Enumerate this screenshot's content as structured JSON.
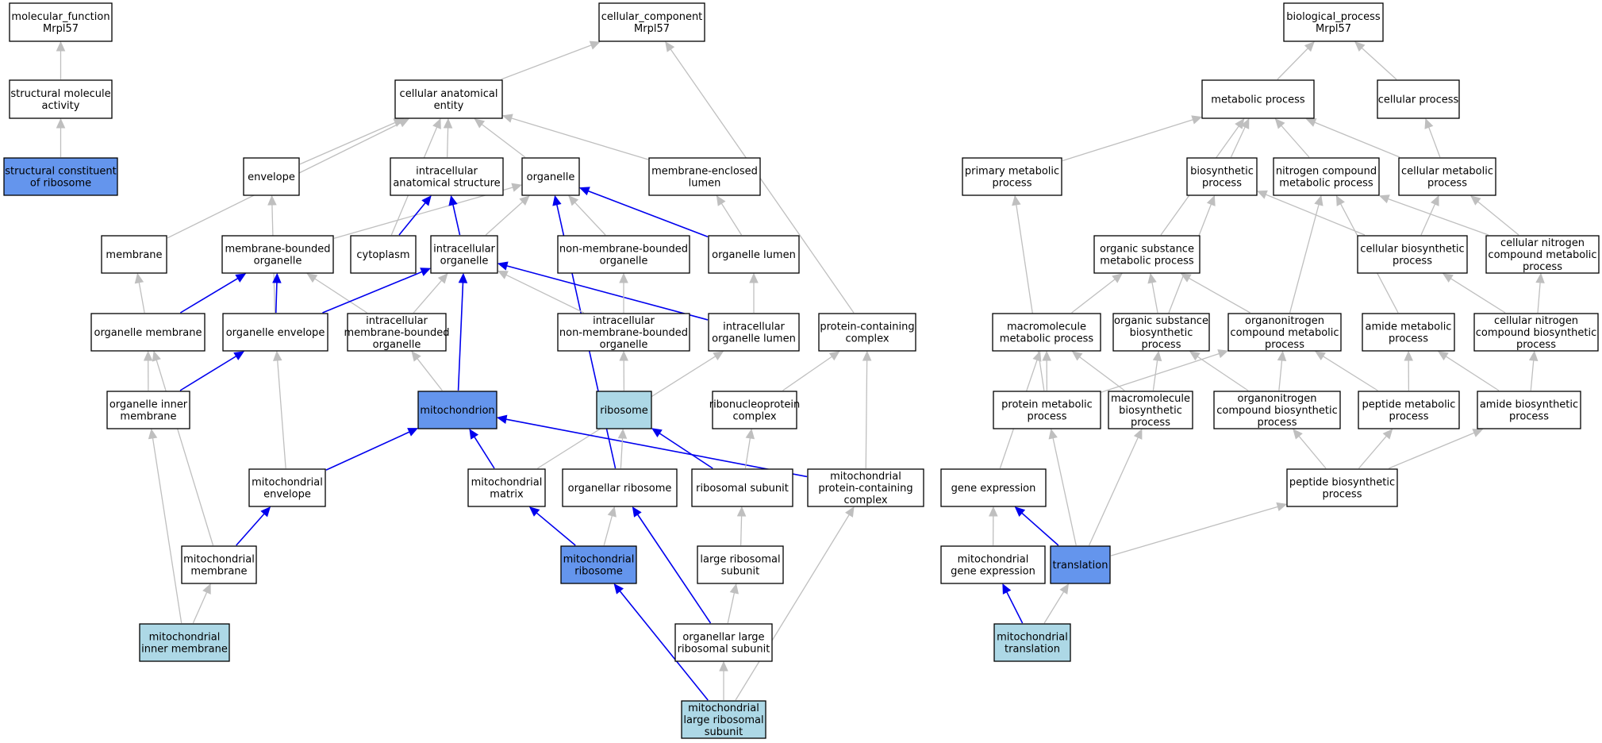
{
  "colors": {
    "default": "#ffffff",
    "highlight": "#6495ed",
    "leaf": "#add8e6",
    "edge_gray": "#bfbfbf",
    "edge_blue": "#0000ee"
  },
  "nodes": [
    {
      "id": "mf",
      "lines": [
        "molecular_function",
        "Mrpl57"
      ],
      "style": "default"
    },
    {
      "id": "sma",
      "lines": [
        "structural molecule",
        "activity"
      ],
      "style": "default"
    },
    {
      "id": "scr",
      "lines": [
        "structural constituent",
        "of ribosome"
      ],
      "style": "highlight"
    },
    {
      "id": "cc",
      "lines": [
        "cellular_component",
        "Mrpl57"
      ],
      "style": "default"
    },
    {
      "id": "cae",
      "lines": [
        "cellular anatomical",
        "entity"
      ],
      "style": "default"
    },
    {
      "id": "envelope",
      "lines": [
        "envelope"
      ],
      "style": "default"
    },
    {
      "id": "ias",
      "lines": [
        "intracellular",
        "anatomical structure"
      ],
      "style": "default"
    },
    {
      "id": "organelle",
      "lines": [
        "organelle"
      ],
      "style": "default"
    },
    {
      "id": "mel",
      "lines": [
        "membrane-enclosed",
        "lumen"
      ],
      "style": "default"
    },
    {
      "id": "membrane",
      "lines": [
        "membrane"
      ],
      "style": "default"
    },
    {
      "id": "mbo",
      "lines": [
        "membrane-bounded",
        "organelle"
      ],
      "style": "default"
    },
    {
      "id": "cytoplasm",
      "lines": [
        "cytoplasm"
      ],
      "style": "default"
    },
    {
      "id": "io",
      "lines": [
        "intracellular",
        "organelle"
      ],
      "style": "default"
    },
    {
      "id": "nmbo",
      "lines": [
        "non-membrane-bounded",
        "organelle"
      ],
      "style": "default"
    },
    {
      "id": "ol",
      "lines": [
        "organelle lumen"
      ],
      "style": "default"
    },
    {
      "id": "om",
      "lines": [
        "organelle membrane"
      ],
      "style": "default"
    },
    {
      "id": "oe",
      "lines": [
        "organelle envelope"
      ],
      "style": "default"
    },
    {
      "id": "imbo",
      "lines": [
        "intracellular",
        "membrane-bounded",
        "organelle"
      ],
      "style": "default"
    },
    {
      "id": "inmbo",
      "lines": [
        "intracellular",
        "non-membrane-bounded",
        "organelle"
      ],
      "style": "default"
    },
    {
      "id": "iol",
      "lines": [
        "intracellular",
        "organelle lumen"
      ],
      "style": "default"
    },
    {
      "id": "pcc",
      "lines": [
        "protein-containing",
        "complex"
      ],
      "style": "default"
    },
    {
      "id": "oim",
      "lines": [
        "organelle inner",
        "membrane"
      ],
      "style": "default"
    },
    {
      "id": "mito",
      "lines": [
        "mitochondrion"
      ],
      "style": "highlight"
    },
    {
      "id": "ribosome",
      "lines": [
        "ribosome"
      ],
      "style": "leaf"
    },
    {
      "id": "rnpc",
      "lines": [
        "ribonucleoprotein",
        "complex"
      ],
      "style": "default"
    },
    {
      "id": "menv",
      "lines": [
        "mitochondrial",
        "envelope"
      ],
      "style": "default"
    },
    {
      "id": "mmat",
      "lines": [
        "mitochondrial",
        "matrix"
      ],
      "style": "default"
    },
    {
      "id": "orib",
      "lines": [
        "organellar ribosome"
      ],
      "style": "default"
    },
    {
      "id": "rsub",
      "lines": [
        "ribosomal subunit"
      ],
      "style": "default"
    },
    {
      "id": "mpcc",
      "lines": [
        "mitochondrial",
        "protein-containing",
        "complex"
      ],
      "style": "default"
    },
    {
      "id": "mmem",
      "lines": [
        "mitochondrial",
        "membrane"
      ],
      "style": "default"
    },
    {
      "id": "mrib",
      "lines": [
        "mitochondrial",
        "ribosome"
      ],
      "style": "highlight"
    },
    {
      "id": "lrs",
      "lines": [
        "large ribosomal",
        "subunit"
      ],
      "style": "default"
    },
    {
      "id": "mim",
      "lines": [
        "mitochondrial",
        "inner membrane"
      ],
      "style": "leaf"
    },
    {
      "id": "olrs",
      "lines": [
        "organellar large",
        "ribosomal subunit"
      ],
      "style": "default"
    },
    {
      "id": "mlrs",
      "lines": [
        "mitochondrial",
        "large ribosomal",
        "subunit"
      ],
      "style": "leaf"
    },
    {
      "id": "bp",
      "lines": [
        "biological_process",
        "Mrpl57"
      ],
      "style": "default"
    },
    {
      "id": "metp",
      "lines": [
        "metabolic process"
      ],
      "style": "default"
    },
    {
      "id": "cellp",
      "lines": [
        "cellular process"
      ],
      "style": "default"
    },
    {
      "id": "pmp",
      "lines": [
        "primary metabolic",
        "process"
      ],
      "style": "default"
    },
    {
      "id": "bsp",
      "lines": [
        "biosynthetic",
        "process"
      ],
      "style": "default"
    },
    {
      "id": "ncmp",
      "lines": [
        "nitrogen compound",
        "metabolic process"
      ],
      "style": "default"
    },
    {
      "id": "cmp",
      "lines": [
        "cellular metabolic",
        "process"
      ],
      "style": "default"
    },
    {
      "id": "osmp",
      "lines": [
        "organic substance",
        "metabolic process"
      ],
      "style": "default"
    },
    {
      "id": "cbp",
      "lines": [
        "cellular biosynthetic",
        "process"
      ],
      "style": "default"
    },
    {
      "id": "cncmp",
      "lines": [
        "cellular nitrogen",
        "compound metabolic",
        "process"
      ],
      "style": "default"
    },
    {
      "id": "mmp",
      "lines": [
        "macromolecule",
        "metabolic process"
      ],
      "style": "default"
    },
    {
      "id": "osbp",
      "lines": [
        "organic substance",
        "biosynthetic",
        "process"
      ],
      "style": "default"
    },
    {
      "id": "oncmp",
      "lines": [
        "organonitrogen",
        "compound metabolic",
        "process"
      ],
      "style": "default"
    },
    {
      "id": "amp",
      "lines": [
        "amide metabolic",
        "process"
      ],
      "style": "default"
    },
    {
      "id": "cncbp",
      "lines": [
        "cellular nitrogen",
        "compound biosynthetic",
        "process"
      ],
      "style": "default"
    },
    {
      "id": "prmp",
      "lines": [
        "protein metabolic",
        "process"
      ],
      "style": "default"
    },
    {
      "id": "mbp",
      "lines": [
        "macromolecule",
        "biosynthetic",
        "process"
      ],
      "style": "default"
    },
    {
      "id": "oncbp",
      "lines": [
        "organonitrogen",
        "compound biosynthetic",
        "process"
      ],
      "style": "default"
    },
    {
      "id": "pepmp",
      "lines": [
        "peptide metabolic",
        "process"
      ],
      "style": "default"
    },
    {
      "id": "abp",
      "lines": [
        "amide biosynthetic",
        "process"
      ],
      "style": "default"
    },
    {
      "id": "ge",
      "lines": [
        "gene expression"
      ],
      "style": "default"
    },
    {
      "id": "pbp",
      "lines": [
        "peptide biosynthetic",
        "process"
      ],
      "style": "default"
    },
    {
      "id": "mge",
      "lines": [
        "mitochondrial",
        "gene expression"
      ],
      "style": "default"
    },
    {
      "id": "transl",
      "lines": [
        "translation"
      ],
      "style": "highlight"
    },
    {
      "id": "mtransl",
      "lines": [
        "mitochondrial",
        "translation"
      ],
      "style": "leaf"
    }
  ],
  "edges": [
    [
      "sma",
      "mf",
      "gray"
    ],
    [
      "scr",
      "sma",
      "gray"
    ],
    [
      "cae",
      "cc",
      "gray"
    ],
    [
      "pcc",
      "cc",
      "gray"
    ],
    [
      "envelope",
      "cae",
      "gray"
    ],
    [
      "ias",
      "cae",
      "gray"
    ],
    [
      "organelle",
      "cae",
      "gray"
    ],
    [
      "mel",
      "cae",
      "gray"
    ],
    [
      "membrane",
      "cae",
      "gray"
    ],
    [
      "cytoplasm",
      "cae",
      "gray"
    ],
    [
      "mbo",
      "organelle",
      "gray"
    ],
    [
      "io",
      "organelle",
      "gray"
    ],
    [
      "nmbo",
      "organelle",
      "gray"
    ],
    [
      "ol",
      "organelle",
      "blue"
    ],
    [
      "orib",
      "organelle",
      "blue"
    ],
    [
      "cytoplasm",
      "ias",
      "blue"
    ],
    [
      "io",
      "ias",
      "blue"
    ],
    [
      "ol",
      "mel",
      "gray"
    ],
    [
      "oe",
      "envelope",
      "gray"
    ],
    [
      "om",
      "membrane",
      "gray"
    ],
    [
      "om",
      "mbo",
      "blue"
    ],
    [
      "oe",
      "mbo",
      "blue"
    ],
    [
      "imbo",
      "mbo",
      "gray"
    ],
    [
      "imbo",
      "io",
      "gray"
    ],
    [
      "inmbo",
      "io",
      "gray"
    ],
    [
      "iol",
      "io",
      "blue"
    ],
    [
      "oe",
      "io",
      "blue"
    ],
    [
      "mito",
      "io",
      "blue"
    ],
    [
      "inmbo",
      "nmbo",
      "gray"
    ],
    [
      "iol",
      "ol",
      "gray"
    ],
    [
      "oim",
      "om",
      "gray"
    ],
    [
      "mmem",
      "om",
      "gray"
    ],
    [
      "oim",
      "oe",
      "blue"
    ],
    [
      "menv",
      "oe",
      "gray"
    ],
    [
      "mito",
      "imbo",
      "gray"
    ],
    [
      "ribosome",
      "inmbo",
      "gray"
    ],
    [
      "mmat",
      "iol",
      "gray"
    ],
    [
      "rnpc",
      "pcc",
      "gray"
    ],
    [
      "mpcc",
      "pcc",
      "gray"
    ],
    [
      "mim",
      "oim",
      "gray"
    ],
    [
      "menv",
      "mito",
      "blue"
    ],
    [
      "mmat",
      "mito",
      "blue"
    ],
    [
      "mpcc",
      "mito",
      "blue"
    ],
    [
      "orib",
      "ribosome",
      "gray"
    ],
    [
      "rsub",
      "ribosome",
      "blue"
    ],
    [
      "rsub",
      "rnpc",
      "gray"
    ],
    [
      "mmem",
      "menv",
      "blue"
    ],
    [
      "mrib",
      "mmat",
      "blue"
    ],
    [
      "mrib",
      "orib",
      "gray"
    ],
    [
      "olrs",
      "orib",
      "blue"
    ],
    [
      "lrs",
      "rsub",
      "gray"
    ],
    [
      "mlrs",
      "mpcc",
      "gray"
    ],
    [
      "mim",
      "mmem",
      "gray"
    ],
    [
      "mlrs",
      "mrib",
      "blue"
    ],
    [
      "olrs",
      "lrs",
      "gray"
    ],
    [
      "mlrs",
      "olrs",
      "gray"
    ],
    [
      "metp",
      "bp",
      "gray"
    ],
    [
      "cellp",
      "bp",
      "gray"
    ],
    [
      "pmp",
      "metp",
      "gray"
    ],
    [
      "bsp",
      "metp",
      "gray"
    ],
    [
      "ncmp",
      "metp",
      "gray"
    ],
    [
      "cmp",
      "metp",
      "gray"
    ],
    [
      "osmp",
      "metp",
      "gray"
    ],
    [
      "cmp",
      "cellp",
      "gray"
    ],
    [
      "prmp",
      "pmp",
      "gray"
    ],
    [
      "osbp",
      "bsp",
      "gray"
    ],
    [
      "cbp",
      "bsp",
      "gray"
    ],
    [
      "oncmp",
      "ncmp",
      "gray"
    ],
    [
      "amp",
      "ncmp",
      "gray"
    ],
    [
      "cncmp",
      "ncmp",
      "gray"
    ],
    [
      "cbp",
      "cmp",
      "gray"
    ],
    [
      "cncmp",
      "cmp",
      "gray"
    ],
    [
      "mmp",
      "osmp",
      "gray"
    ],
    [
      "osbp",
      "osmp",
      "gray"
    ],
    [
      "oncmp",
      "osmp",
      "gray"
    ],
    [
      "cncbp",
      "cbp",
      "gray"
    ],
    [
      "cncbp",
      "cncmp",
      "gray"
    ],
    [
      "prmp",
      "mmp",
      "gray"
    ],
    [
      "mbp",
      "mmp",
      "gray"
    ],
    [
      "ge",
      "mmp",
      "gray"
    ],
    [
      "mbp",
      "osbp",
      "gray"
    ],
    [
      "oncbp",
      "osbp",
      "gray"
    ],
    [
      "prmp",
      "oncmp",
      "gray"
    ],
    [
      "oncbp",
      "oncmp",
      "gray"
    ],
    [
      "pepmp",
      "oncmp",
      "gray"
    ],
    [
      "pepmp",
      "amp",
      "gray"
    ],
    [
      "abp",
      "amp",
      "gray"
    ],
    [
      "abp",
      "cncbp",
      "gray"
    ],
    [
      "transl",
      "prmp",
      "gray"
    ],
    [
      "transl",
      "mbp",
      "gray"
    ],
    [
      "pbp",
      "oncbp",
      "gray"
    ],
    [
      "pbp",
      "pepmp",
      "gray"
    ],
    [
      "pbp",
      "abp",
      "gray"
    ],
    [
      "mge",
      "ge",
      "gray"
    ],
    [
      "transl",
      "ge",
      "blue"
    ],
    [
      "transl",
      "pbp",
      "gray"
    ],
    [
      "mtransl",
      "mge",
      "blue"
    ],
    [
      "mtransl",
      "transl",
      "gray"
    ]
  ]
}
